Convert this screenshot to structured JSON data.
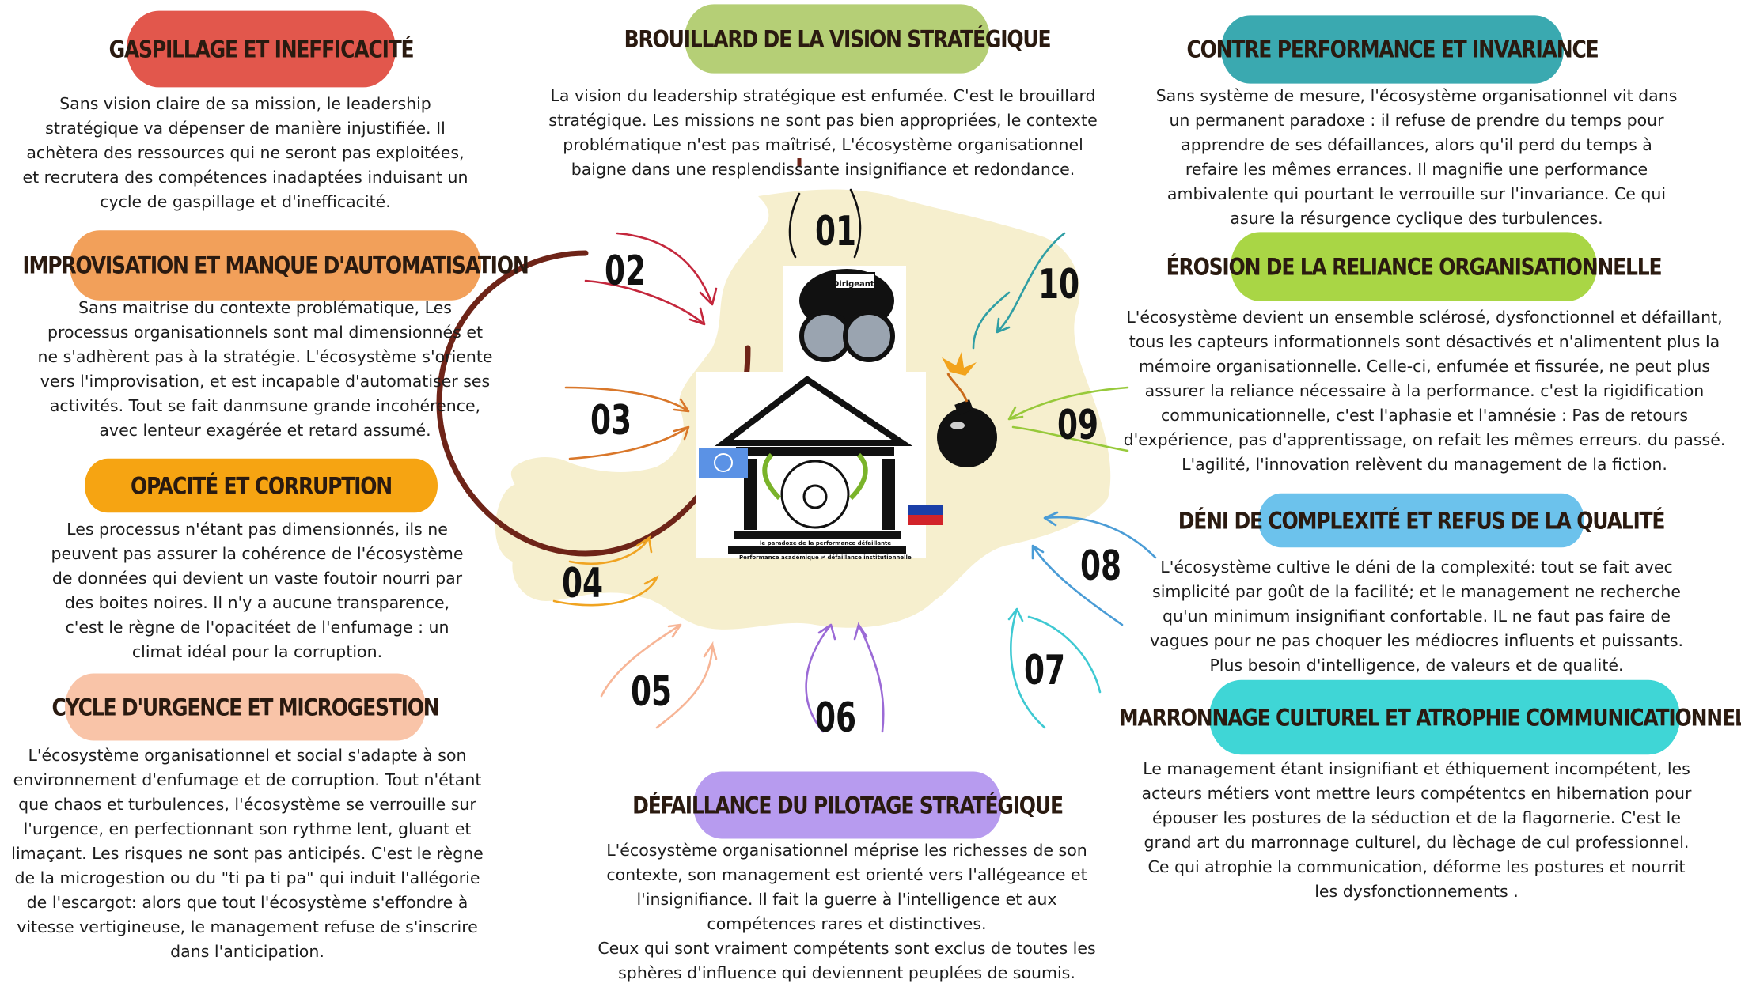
{
  "colors": {
    "gaspillage": "#e2574c",
    "improvisation": "#f2a05a",
    "opacite": "#f6a412",
    "urgence": "#f9c4a8",
    "brouillard": "#b5cf76",
    "pilotage": "#b79bef",
    "contre_performance": "#3aa9b0",
    "erosion": "#a9d645",
    "deni": "#6cc2ec",
    "marronnage": "#3fd6d6",
    "map": "#f6efce",
    "ring": "#6e2418"
  },
  "sections": {
    "gaspillage": {
      "title": "GASPILLAGE ET INEFFICACITÉ",
      "lines": [
        "Sans vision claire de sa mission, le leadership",
        "stratégique va dépenser de manière injustifiée. Il",
        "achètera des ressources qui ne seront pas exploitées,",
        "et recrutera des compétences inadaptées induisant un",
        "cycle de gaspillage et d'inefficacité."
      ]
    },
    "improvisation": {
      "title": "IMPROVISATION ET MANQUE D'AUTOMATISATION",
      "lines": [
        "Sans maitrise du contexte problématique, Les",
        "processus organisationnels sont mal dimensionnés et",
        "ne s'adhèrent pas à la stratégie. L'écosystème s'oriente",
        "vers l'improvisation, et est incapable d'automatiser ses",
        "activités. Tout se fait danmsune grande incohérence,",
        "avec lenteur exagérée et retard assumé."
      ]
    },
    "opacite": {
      "title": "OPACITÉ ET CORRUPTION",
      "lines": [
        "Les processus n'étant pas dimensionnés, ils ne",
        "peuvent pas assurer la cohérence de l'écosystème",
        "de données qui devient un vaste foutoir nourri par",
        "des boites noires. Il n'y a aucune transparence,",
        "c'est le règne de l'opacitéet de l'enfumage : un",
        "climat idéal pour la corruption."
      ]
    },
    "urgence": {
      "title": "CYCLE D'URGENCE ET MICROGESTION",
      "lines": [
        "L'écosystème organisationnel et social s'adapte à son",
        "environnement d'enfumage et de corruption. Tout n'étant",
        "que chaos et turbulences, l'écosystème se verrouille sur",
        "l'urgence, en perfectionnant son rythme lent, gluant et",
        "limaçant. Les risques ne sont pas anticipés. C'est le règne",
        "de la microgestion ou du  \"ti pa ti pa\" qui induit l'allégorie",
        "de l'escargot:  alors que tout l'écosystème s'effondre à",
        "vitesse vertigineuse, le management refuse de s'inscrire",
        "dans l'anticipation."
      ]
    },
    "brouillard": {
      "title": "BROUILLARD DE LA VISION STRATÉGIQUE",
      "lines": [
        "La vision du leadership stratégique est enfumée. C'est le brouillard",
        "stratégique. Les missions ne sont pas bien appropriées, le contexte",
        "problématique n'est pas maîtrisé,  L'écosystème organisationnel",
        "baigne dans une resplendissante insignifiance et redondance."
      ]
    },
    "pilotage": {
      "title": "DÉFAILLANCE DU PILOTAGE STRATÉGIQUE",
      "lines": [
        "L'écosystème organisationnel méprise les richesses de son",
        "contexte, son management est orienté vers l'allégeance et",
        "l'insignifiance. Il fait la guerre à l'intelligence et aux",
        "compétences rares et distinctives.",
        "Ceux qui sont vraiment compétents sont exclus de toutes les",
        "sphères d'influence qui deviennent peuplées de soumis."
      ]
    },
    "contre_performance": {
      "title": "CONTRE PERFORMANCE ET INVARIANCE",
      "lines": [
        "Sans système de mesure, l'écosystème organisationnel vit dans",
        "un permanent paradoxe : il refuse de prendre du temps pour",
        "apprendre de ses défaillances, alors qu'il perd du temps à",
        "refaire les mêmes errances. Il magnifie une performance",
        "ambivalente qui pourtant le verrouille sur l'invariance. Ce qui",
        "asure la résurgence cyclique des turbulences."
      ]
    },
    "erosion": {
      "title": "ÉROSION DE LA RELIANCE ORGANISATIONNELLE",
      "lines": [
        "L'écosystème devient un ensemble sclérosé, dysfonctionnel et défaillant,",
        "tous les capteurs informationnels sont désactivés et n'alimentent plus la",
        "mémoire organisationnelle. Celle-ci, enfumée et fissurée, ne peut plus",
        "assurer la reliance nécessaire à la performance. c'est la rigidification",
        "communicationnelle, c'est l'aphasie et l'amnésie : Pas de retours",
        "d'expérience, pas d'apprentissage, on refait les mêmes erreurs. du passé.",
        "L'agilité, l'innovation relèvent du management de la fiction."
      ]
    },
    "deni": {
      "title": "DÉNI DE COMPLEXITÉ ET REFUS DE LA QUALITÉ",
      "lines": [
        "L'écosystème cultive le déni de la complexité: tout se fait avec",
        "simplicité par goût de la facilité; et le management ne recherche",
        "qu'un minimum insignifiant confortable. IL ne faut pas faire de",
        "vagues pour ne pas choquer les médiocres influents et puissants.",
        "Plus besoin d'intelligence, de valeurs et de qualité."
      ]
    },
    "marronnage": {
      "title": "MARRONNAGE CULTUREL ET ATROPHIE COMMUNICATIONNELLE",
      "lines": [
        "Le management étant insignifiant et éthiquement incompétent, les",
        "acteurs métiers vont mettre leurs compétentcs en hibernation pour",
        "épouser les postures de la séduction et de la flagornerie. C'est le",
        "grand art du marronnage culturel, du lèchage de cul professionnel.",
        "Ce qui atrophie la communication, déforme les postures et nourrit",
        "les dysfonctionnements ."
      ]
    }
  },
  "numbers": [
    "01",
    "02",
    "03",
    "04",
    "05",
    "06",
    "07",
    "08",
    "09",
    "10"
  ],
  "center": {
    "badge": "Dirigeants",
    "building_caption": "le paradoxe de la performance défaillante",
    "building_subcaption": "Performance académique ≠ défaillance institutionnelle",
    "icons": [
      "binoculars-icon",
      "bomb-icon",
      "building-icon",
      "un-flag-icon",
      "haiti-flag-icon"
    ]
  }
}
